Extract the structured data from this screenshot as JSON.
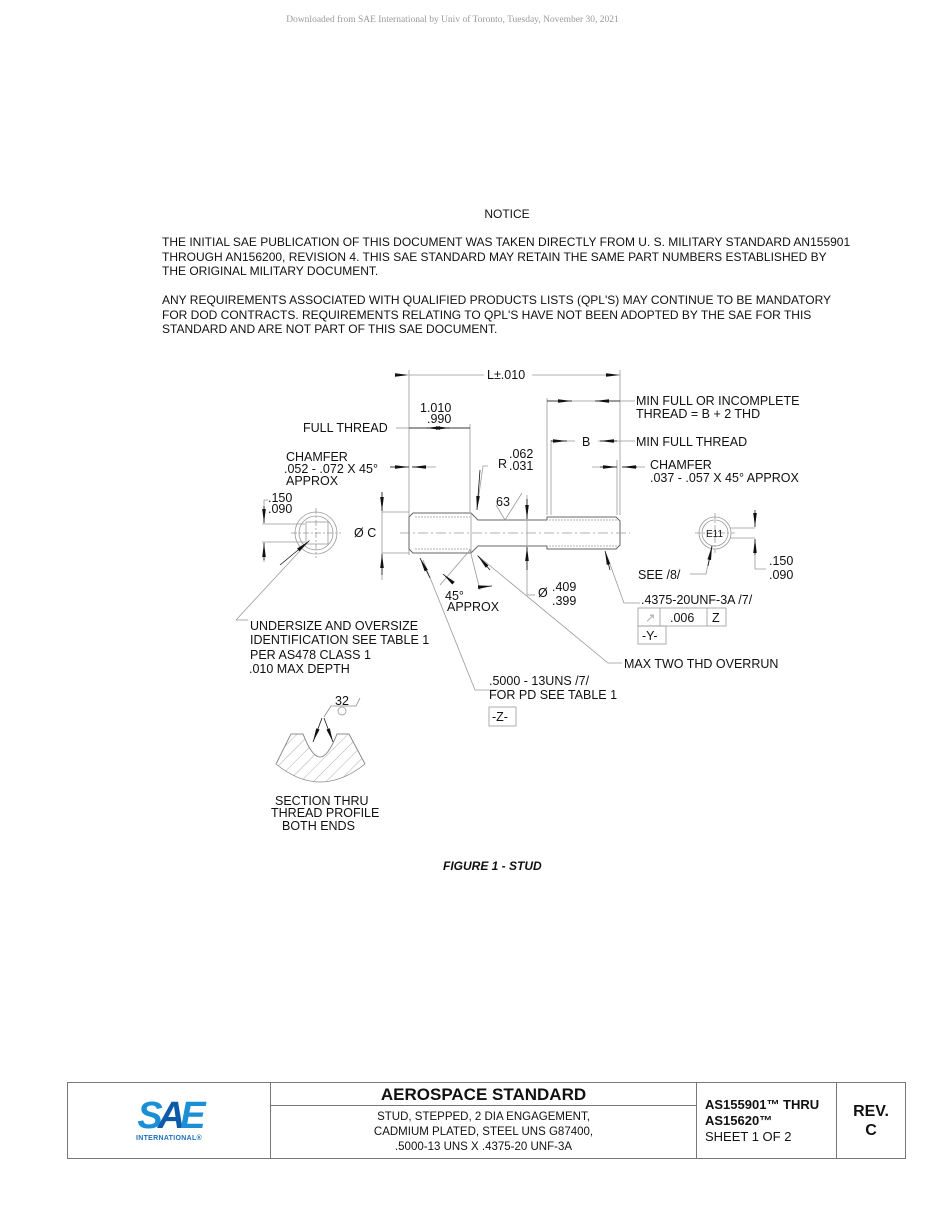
{
  "header": {
    "download_note": "Downloaded from SAE International by Univ of Toronto, Tuesday, November 30, 2021"
  },
  "notice": {
    "title": "NOTICE",
    "paragraph_1": "THE INITIAL SAE PUBLICATION OF THIS DOCUMENT WAS TAKEN DIRECTLY FROM U. S. MILITARY STANDARD AN155901 THROUGH AN156200, REVISION 4. THIS SAE STANDARD MAY RETAIN THE SAME PART NUMBERS ESTABLISHED BY THE ORIGINAL MILITARY DOCUMENT.",
    "paragraph_2": "ANY REQUIREMENTS ASSOCIATED WITH QUALIFIED PRODUCTS LISTS (QPL'S) MAY CONTINUE TO BE MANDATORY FOR DOD CONTRACTS. REQUIREMENTS RELATING TO QPL'S HAVE NOT BEEN ADOPTED BY THE SAE FOR THIS STANDARD AND ARE NOT PART OF THIS SAE DOCUMENT."
  },
  "drawing": {
    "overall_length": "L±.010",
    "full_thread_label": "FULL THREAD",
    "full_thread_max": "1.010",
    "full_thread_min": ".990",
    "min_full_or_incomplete_1": "MIN FULL OR INCOMPLETE",
    "min_full_or_incomplete_2": "THREAD = B + 2 THD",
    "b_label": "B",
    "min_full_thread": "MIN FULL THREAD",
    "chamfer_left_1": "CHAMFER",
    "chamfer_left_2": ".052 - .072 X 45°",
    "chamfer_left_3": "APPROX",
    "radius_prefix": "R",
    "radius_max": ".062",
    "radius_min": ".031",
    "chamfer_right_1": "CHAMFER",
    "chamfer_right_2": ".037 - .057 X 45° APPROX",
    "left_end_max": ".150",
    "left_end_min": ".090",
    "dia_c": "Ø C",
    "finish_63": "63",
    "angle_1": "45°",
    "angle_2": "APPROX",
    "dia_prefix": "Ø",
    "dia_max": ".409",
    "dia_min": ".399",
    "right_end_mark": "E11",
    "see_8": "SEE /8/",
    "right_end_max": ".150",
    "right_end_min": ".090",
    "thread_small": ".4375-20UNF-3A /7/",
    "fcf_tolerance": ".006",
    "fcf_datum": "Z",
    "datum_y": "-Y-",
    "overrun": "MAX TWO THD OVERRUN",
    "undersize_1": "UNDERSIZE AND OVERSIZE",
    "undersize_2": "IDENTIFICATION SEE TABLE 1",
    "undersize_3": "PER AS478 CLASS 1",
    "undersize_4": ".010 MAX DEPTH",
    "thread_large_1": ".5000 - 13UNS /7/",
    "thread_large_2": "FOR PD SEE TABLE 1",
    "datum_z": "-Z-",
    "finish_32": "32",
    "section_1": "SECTION THRU",
    "section_2": "THREAD PROFILE",
    "section_3": "BOTH ENDS"
  },
  "figure": {
    "caption": "FIGURE 1 - STUD"
  },
  "title_block": {
    "logo_text_a": "S",
    "logo_text_b": "A",
    "logo_text_c": "E",
    "logo_sub": "INTERNATIONAL®",
    "heading": "AEROSPACE STANDARD",
    "desc_1": "STUD, STEPPED, 2 DIA ENGAGEMENT,",
    "desc_2": "CADMIUM PLATED, STEEL UNS G87400,",
    "desc_3": ".5000-13 UNS X .4375-20 UNF-3A",
    "doc_1": "AS155901™ THRU",
    "doc_2": "AS15620™",
    "sheet": "SHEET 1 OF 2",
    "rev_label": "REV.",
    "rev_value": "C"
  }
}
